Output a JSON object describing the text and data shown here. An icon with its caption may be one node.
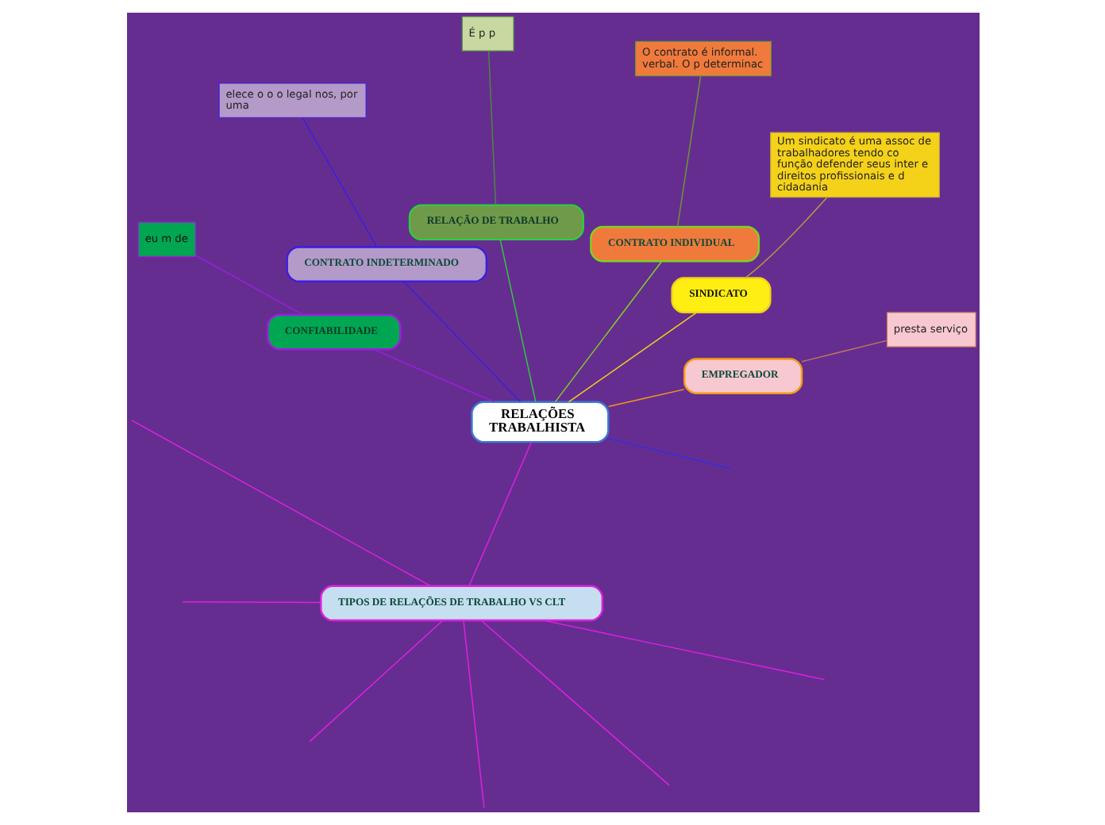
{
  "diagram": {
    "nodes": [
      {
        "text": [
          "RELAÇÕES TRABALHISTA"
        ]
      },
      {
        "text": [
          "EMPREGADOR"
        ]
      },
      {
        "text": [
          "presta serviço"
        ]
      },
      {
        "text": [
          "SINDICATO"
        ]
      },
      {
        "text": [
          "Um sindicato é uma assoc de trabalhadores tendo co função defender seus inter e direitos profissionais e d cidadania"
        ]
      },
      {
        "text": [
          "CONTRATO INDIVIDUAL"
        ]
      },
      {
        "text": [
          "O contrato é informal. verbal. O p determinac"
        ]
      },
      {
        "text": [
          "RELAÇÃO DE TRABALHO"
        ]
      },
      {
        "text": [
          "É p p"
        ]
      },
      {
        "text": [
          "CONTRATO INDETERMINADO"
        ]
      },
      {
        "text": [
          "elece o o o legal nos, por uma"
        ]
      },
      {
        "text": [
          "CONFIABILIDADE"
        ]
      },
      {
        "text": [
          "eu m de"
        ]
      },
      {
        "text": [
          "TIPOS DE RELAÇÕES DE TRABALHO VS CLT"
        ]
      }
    ],
    "edges": [
      {
        "from": 0,
        "to": null,
        "arrow": "none",
        "color": "#3030e0"
      },
      {
        "from": 0,
        "to": 1,
        "arrow": "none",
        "color": "#f39c12"
      },
      {
        "from": 1,
        "to": 2,
        "arrow": "none",
        "color": "#c0785a"
      },
      {
        "from": 0,
        "to": 3,
        "arrow": "none",
        "color": "#f1d21a"
      },
      {
        "from": 3,
        "to": 4,
        "arrow": "none",
        "color": "#b8a040"
      },
      {
        "from": 0,
        "to": 5,
        "arrow": "none",
        "color": "#7ed321"
      },
      {
        "from": 5,
        "to": 6,
        "arrow": "none",
        "color": "#6a9a30"
      },
      {
        "from": 0,
        "to": 7,
        "arrow": "none",
        "color": "#2ecc40"
      },
      {
        "from": 7,
        "to": 8,
        "arrow": "none",
        "color": "#4a8a40"
      },
      {
        "from": 0,
        "to": 9,
        "arrow": "none",
        "color": "#3a1ee0"
      },
      {
        "from": 9,
        "to": 10,
        "arrow": "none",
        "color": "#3a1ee0"
      },
      {
        "from": 0,
        "to": 11,
        "arrow": "none",
        "color": "#9b1ee0"
      },
      {
        "from": 11,
        "to": 12,
        "arrow": "none",
        "color": "#9b1ee0"
      },
      {
        "from": 0,
        "to": 13,
        "arrow": "none",
        "color": "#e020e0"
      },
      {
        "from": 13,
        "to": null,
        "arrow": "none",
        "color": "#e020e0"
      },
      {
        "from": 13,
        "to": null,
        "arrow": "none",
        "color": "#e020e0"
      },
      {
        "from": 13,
        "to": null,
        "arrow": "none",
        "color": "#e020e0"
      },
      {
        "from": 13,
        "to": null,
        "arrow": "none",
        "color": "#e020e0"
      },
      {
        "from": 13,
        "to": null,
        "arrow": "none",
        "color": "#e020e0"
      },
      {
        "from": 13,
        "to": null,
        "arrow": "none",
        "color": "#e020e0"
      }
    ]
  }
}
